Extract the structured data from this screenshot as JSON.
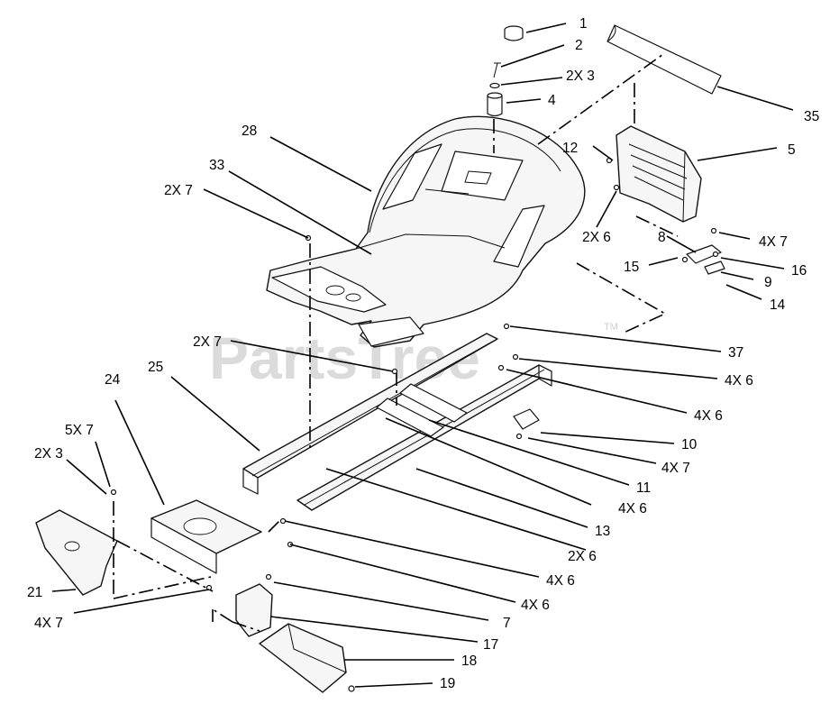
{
  "watermark": {
    "text": "PartsTree",
    "trademark": "TM"
  },
  "callouts": [
    "1",
    "2",
    "2X 3",
    "4",
    "35",
    "28",
    "12",
    "5",
    "33",
    "2X 7",
    "2X 6",
    "8",
    "4X 7",
    "15",
    "16",
    "9",
    "14",
    "2X 7",
    "37",
    "25",
    "4X 6",
    "4X 6",
    "24",
    "10",
    "5X 7",
    "4X 7",
    "11",
    "2X 3",
    "4X 6",
    "13",
    "2X 6",
    "4X 6",
    "21",
    "4X 6",
    "4X 7",
    "7",
    "17",
    "18",
    "19"
  ],
  "parts": [
    "plug",
    "screw",
    "washer",
    "bushing",
    "hood-hinge-bar",
    "seat-pan",
    "screw",
    "fender-tower",
    "seat-pad-area",
    "screw",
    "screw",
    "bracket",
    "screw",
    "bolt",
    "nut",
    "clip",
    "nut",
    "screw",
    "screw",
    "frame-rail-left",
    "screw",
    "screw",
    "step-plate",
    "bracket",
    "screw",
    "screw",
    "frame-crossmember",
    "screw",
    "screw",
    "frame-rail-right",
    "screw",
    "screw",
    "front-bracket",
    "screw",
    "screw",
    "screw",
    "shield",
    "front-bumper",
    "nut"
  ]
}
